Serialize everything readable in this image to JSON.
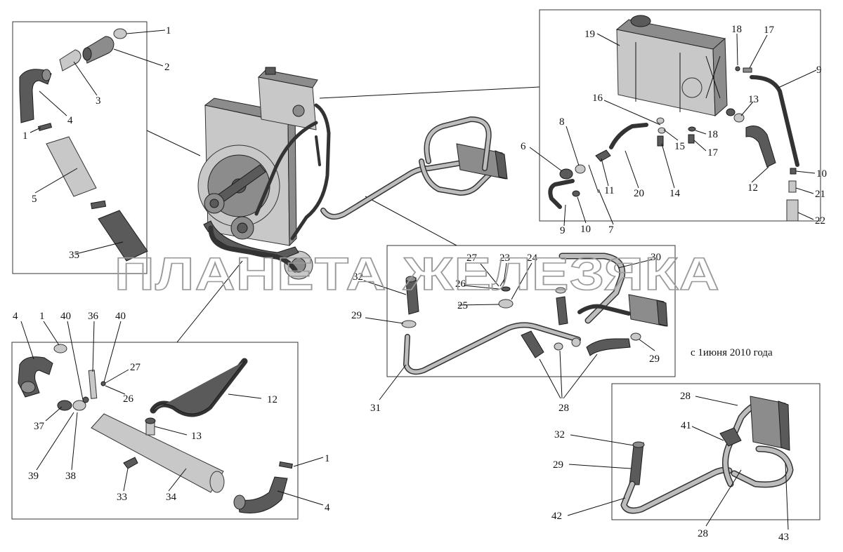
{
  "watermark": "ПЛАНЕТА ЖЕЛЕЗЯКА",
  "note": "с 1июня 2010 года",
  "callouts": {
    "box_top_left": [
      "1",
      "2",
      "3",
      "4",
      "1",
      "5",
      "35"
    ],
    "box_top_right": [
      "19",
      "18",
      "17",
      "9",
      "16",
      "13",
      "8",
      "6",
      "15",
      "18",
      "17",
      "11",
      "20",
      "14",
      "12",
      "10",
      "21",
      "22",
      "9",
      "10",
      "7"
    ],
    "box_center": [
      "27",
      "23",
      "24",
      "30",
      "32",
      "26",
      "25",
      "29",
      "29",
      "31",
      "28"
    ],
    "box_bottom_left": [
      "4",
      "1",
      "40",
      "36",
      "40",
      "27",
      "26",
      "37",
      "12",
      "13",
      "1",
      "39",
      "38",
      "33",
      "34",
      "4"
    ],
    "box_bottom_right": [
      "28",
      "41",
      "32",
      "29",
      "42",
      "28",
      "43"
    ]
  }
}
